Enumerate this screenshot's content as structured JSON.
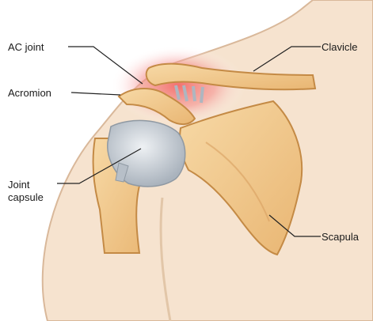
{
  "labels": {
    "ac_joint": "AC joint",
    "acromion": "Acromion",
    "joint_capsule_line1": "Joint",
    "joint_capsule_line2": "capsule",
    "clavicle": "Clavicle",
    "scapula": "Scapula"
  },
  "colors": {
    "skin": "#f6e3cf",
    "skin_outline": "#d9b89a",
    "bone": "#f0c98c",
    "bone_outline": "#c48a45",
    "capsule": "#c9cfd6",
    "inflammation": "#f07a7a",
    "leader_line": "#222222"
  }
}
